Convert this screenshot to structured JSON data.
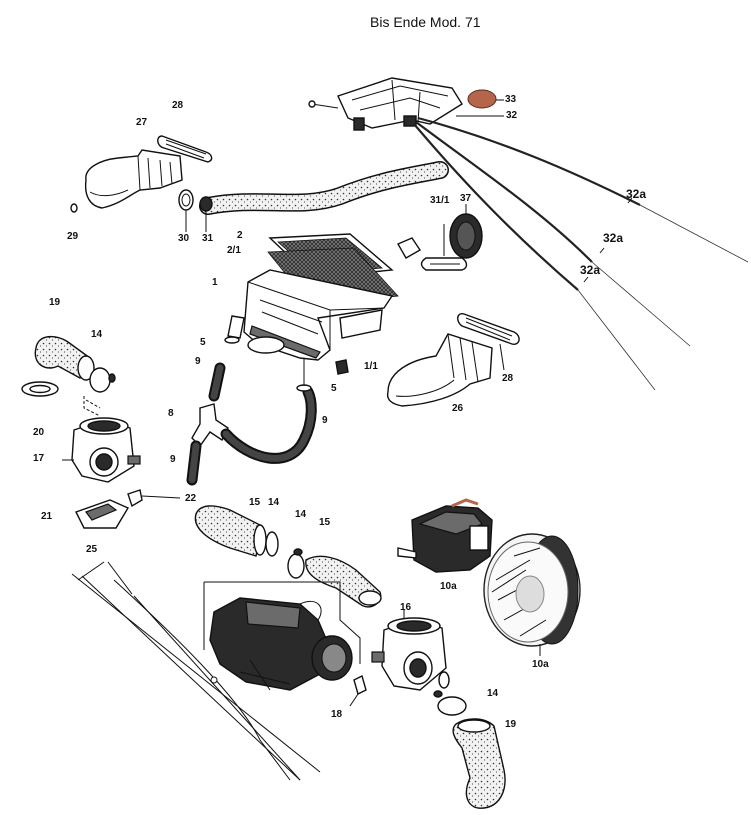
{
  "title": "Bis Ende Mod. 71",
  "labels": {
    "l33": "33",
    "l32": "32",
    "l32a_1": "32a",
    "l32a_2": "32a",
    "l32a_3": "32a",
    "l28_top": "28",
    "l27": "27",
    "l29": "29",
    "l30": "30",
    "l31": "31",
    "l2": "2",
    "l2_1": "2/1",
    "l31_1": "31/1",
    "l37": "37",
    "l1": "1",
    "l19_top": "19",
    "l14_top": "14",
    "l20": "20",
    "l17": "17",
    "l21": "21",
    "l22": "22",
    "l5_top": "5",
    "l9_top": "9",
    "l8": "8",
    "l9_mid": "9",
    "l9_bot": "9",
    "l5_bot": "5",
    "l1_1": "1/1",
    "l26": "26",
    "l28_right": "28",
    "l15_left": "15",
    "l14_left": "14",
    "l14_mid": "14",
    "l15_mid": "15",
    "l25": "25",
    "l10a_motor": "10a",
    "l10a_fan": "10a",
    "l16": "16",
    "l14_right": "14",
    "l19_bot": "19",
    "l18": "18"
  }
}
